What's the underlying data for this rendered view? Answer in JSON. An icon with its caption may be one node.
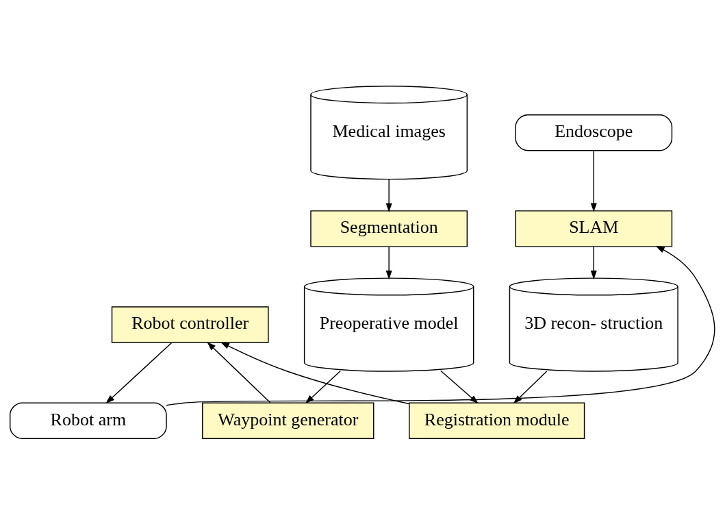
{
  "diagram": {
    "nodes": [
      {
        "text": [
          "Medical images"
        ]
      },
      {
        "text": [
          "Endoscope"
        ]
      },
      {
        "text": [
          "Segmentation"
        ]
      },
      {
        "text": [
          "SLAM"
        ]
      },
      {
        "text": [
          "Preoperative model"
        ]
      },
      {
        "text": [
          "3D recon- struction"
        ]
      },
      {
        "text": [
          "Robot arm"
        ]
      },
      {
        "text": [
          "Robot controller"
        ]
      },
      {
        "text": [
          "Registration module"
        ]
      },
      {
        "text": [
          "Waypoint generator"
        ]
      }
    ],
    "edges": [
      {
        "from": 0,
        "to": 2,
        "arrow": "to"
      },
      {
        "from": 2,
        "to": 4,
        "arrow": "to"
      },
      {
        "from": 1,
        "to": 3,
        "arrow": "to"
      },
      {
        "from": 3,
        "to": 5,
        "arrow": "to"
      },
      {
        "from": 4,
        "to": 8,
        "arrow": "to"
      },
      {
        "from": 5,
        "to": 8,
        "arrow": "to"
      },
      {
        "from": 8,
        "to": 7,
        "arrow": "to"
      },
      {
        "from": 7,
        "to": 6,
        "arrow": "to"
      },
      {
        "from": 6,
        "to": 3,
        "arrow": "to"
      },
      {
        "from": 4,
        "to": 9,
        "arrow": "to"
      },
      {
        "from": 9,
        "to": 7,
        "arrow": "to"
      }
    ]
  }
}
